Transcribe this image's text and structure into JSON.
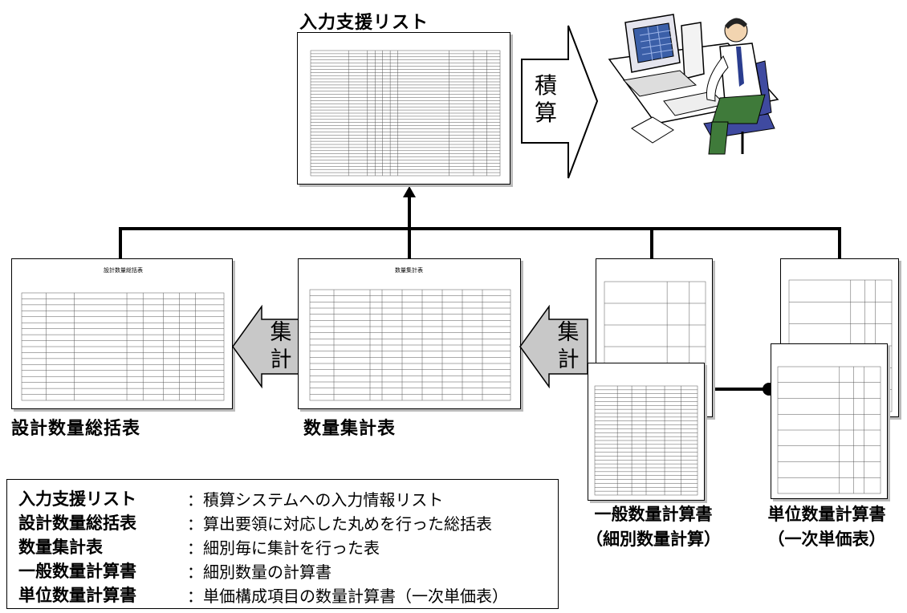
{
  "top_doc": {
    "title": "入力支援リスト"
  },
  "arrow_calc": {
    "label": "積\n算"
  },
  "arrow_agg1": {
    "label": "集\n計"
  },
  "arrow_agg2": {
    "label": "集\n計"
  },
  "doc_summary": {
    "caption": "設計数量総括表",
    "header": "設計数量総括表"
  },
  "doc_tally": {
    "caption": "数量集計表",
    "header": "数量集計表"
  },
  "doc_general": {
    "caption": "一般数量計算書\n（細別数量計算）"
  },
  "doc_unit": {
    "caption": "単位数量計算書\n（一次単価表）"
  },
  "legend": [
    {
      "term": "入力支援リスト",
      "desc": "：積算システムへの入力情報リスト"
    },
    {
      "term": "設計数量総括表",
      "desc": "：算出要領に対応した丸めを行った総括表"
    },
    {
      "term": "数量集計表",
      "desc": "：細別毎に集計を行った表"
    },
    {
      "term": "一般数量計算書",
      "desc": "：細別数量の計算書"
    },
    {
      "term": "単位数量計算書",
      "desc": "：単価構成項目の数量計算書（一次単価表）"
    }
  ],
  "colors": {
    "arrow_fill": "#c8c8c8",
    "line": "#000000",
    "shadow": "#bbbbbb"
  }
}
